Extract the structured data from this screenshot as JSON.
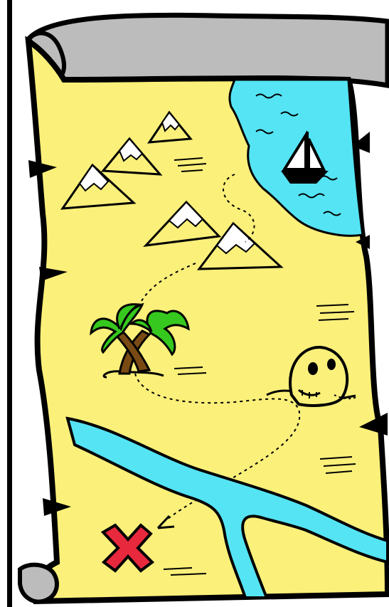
{
  "image": {
    "subject": "treasure-map",
    "colors": {
      "outline": "#000000",
      "parchment": "#fbf07a",
      "scroll_roll": "#bcbcbc",
      "water": "#55e4f4",
      "snow": "#ffffff",
      "palm_leaf": "#36c81e",
      "palm_trunk": "#7a4a14",
      "skull": "#fbf07a",
      "x_mark": "#e8283c",
      "background": "#ffffff"
    },
    "elements": [
      "scroll",
      "sea",
      "sailboat",
      "mountains",
      "palm-trees",
      "skull-hill",
      "river",
      "dotted-path",
      "x-mark"
    ],
    "mountain_count": 5,
    "palm_tree_count": 2
  }
}
